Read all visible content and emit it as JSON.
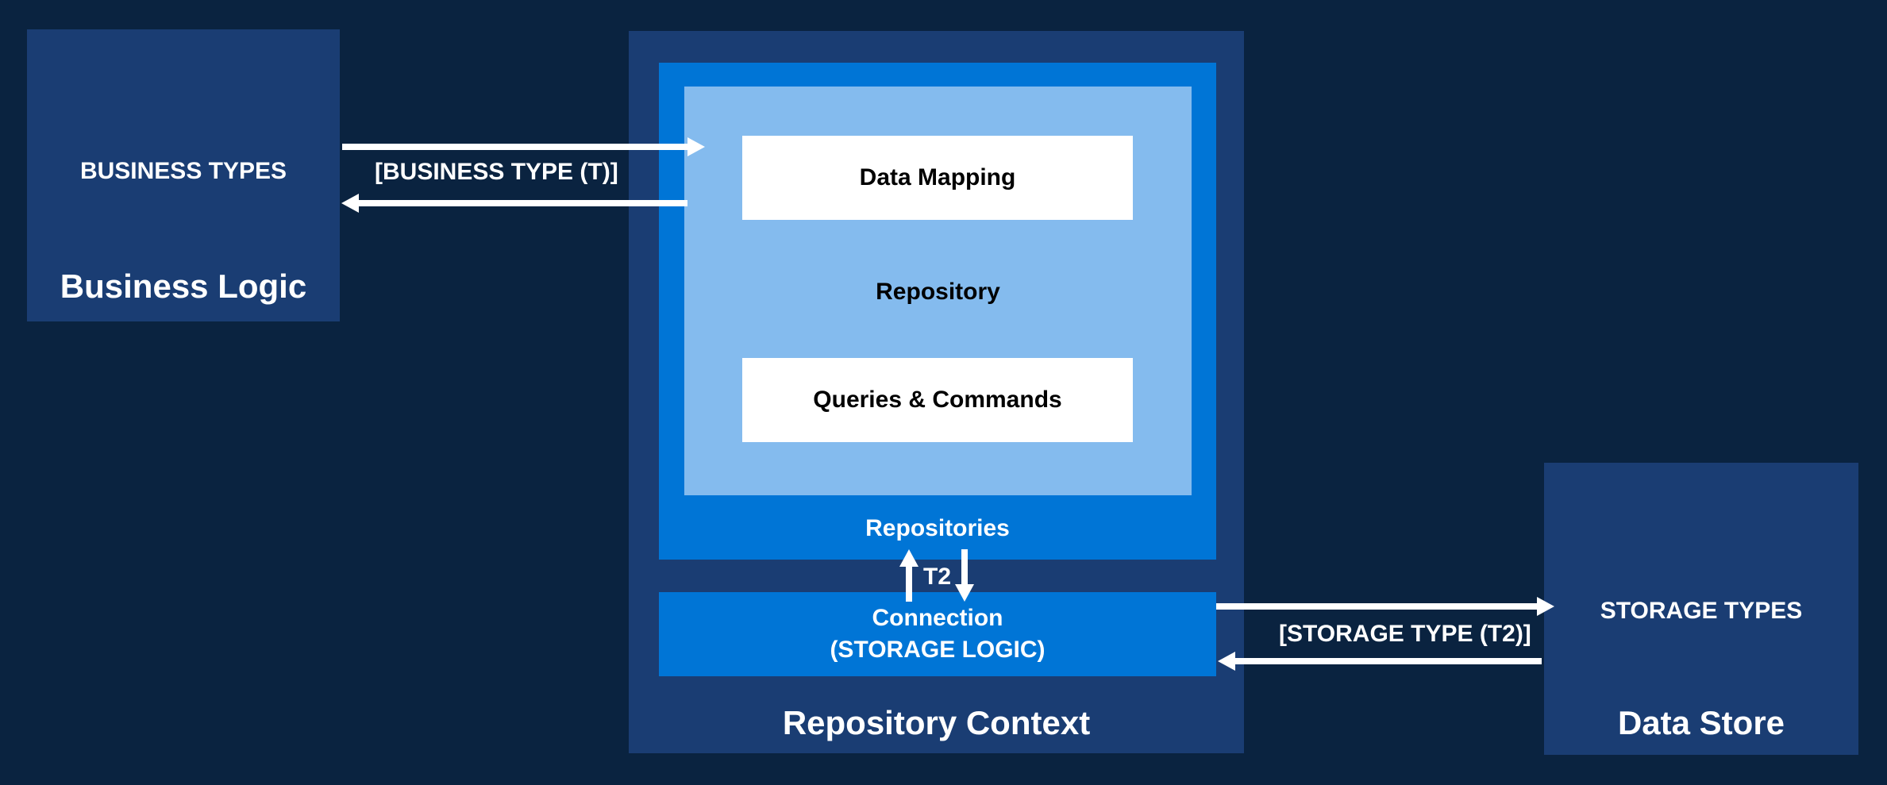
{
  "business_logic": {
    "types_label": "BUSINESS TYPES",
    "title": "Business Logic"
  },
  "business_link": {
    "label": "[BUSINESS TYPE (T)]"
  },
  "repository_context": {
    "title": "Repository Context",
    "repositories": {
      "label": "Repositories",
      "repository": {
        "label": "Repository",
        "data_mapping": "Data Mapping",
        "queries_commands": "Queries & Commands"
      }
    },
    "t2_label": "T2",
    "connection": {
      "line1": "Connection",
      "line2": "(STORAGE LOGIC)"
    }
  },
  "storage_link": {
    "label": "[STORAGE TYPE (T2)]"
  },
  "data_store": {
    "types_label": "STORAGE TYPES",
    "title": "Data Store"
  },
  "colors": {
    "background": "#0a2340",
    "dark_box": "#1a3d73",
    "mid_box": "#0075d6",
    "light_box": "#84bbee",
    "white_box": "#ffffff",
    "arrow": "#ffffff"
  }
}
